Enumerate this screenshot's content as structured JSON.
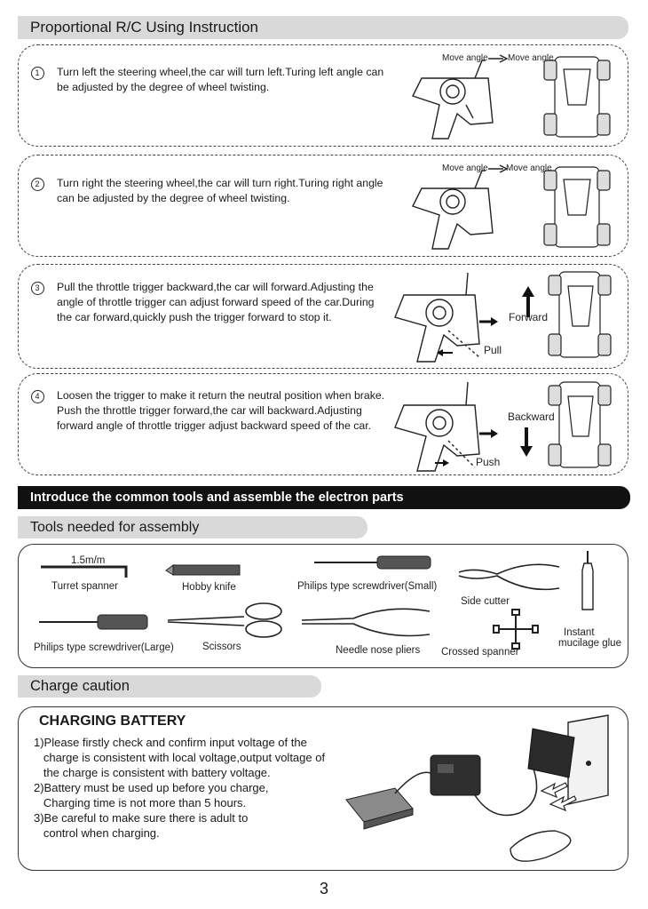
{
  "headers": {
    "instruction": "Proportional R/C Using Instruction",
    "introduce": "Introduce the common tools and assemble the electron parts",
    "tools": "Tools needed for assembly",
    "charge": "Charge caution"
  },
  "steps": [
    {
      "num": "1",
      "lines": [
        "Turn left the steering wheel,the car will turn left.Turing left angle can",
        "be adjusted by the degree of wheel twisting."
      ],
      "labels": [
        "Move angle",
        "Move angle"
      ]
    },
    {
      "num": "2",
      "lines": [
        "Turn right the steering wheel,the car will turn right.Turing right angle",
        "can be adjusted by the degree of wheel twisting."
      ],
      "labels": [
        "Move angle",
        "Move angle"
      ]
    },
    {
      "num": "3",
      "lines": [
        "Pull the throttle trigger backward,the car will forward.Adjusting the",
        "angle of throttle trigger can adjust forward speed of the car.During",
        "the car forward,quickly push the trigger forward to stop it."
      ],
      "labels": [
        "Forward",
        "Pull"
      ]
    },
    {
      "num": "4",
      "lines": [
        "Loosen the trigger to make it return the neutral position when brake.",
        "Push the throttle trigger forward,the car will backward.Adjusting",
        "forward angle of throttle trigger adjust backward speed of the car."
      ],
      "labels": [
        "Backward",
        "Push"
      ]
    }
  ],
  "tools": {
    "spanner_size": "1.5m/m",
    "turret_spanner": "Turret spanner",
    "hobby_knife": "Hobby knife",
    "philips_small": "Philips type screwdriver(Small)",
    "side_cutter": "Side cutter",
    "glue_line1": "Instant",
    "glue_line2": "mucilage glue",
    "philips_large": "Philips type screwdriver(Large)",
    "scissors": "Scissors",
    "needle_pliers": "Needle nose pliers",
    "crossed_spanner": "Crossed spanner"
  },
  "charging": {
    "title": "CHARGING BATTERY",
    "lines": [
      "1)Please firstly check and confirm input voltage of the",
      "   charge is consistent with local voltage,output voltage of",
      "   the charge is consistent with battery voltage.",
      "2)Battery must be used up before you charge,",
      "   Charging time is not more than 5 hours.",
      "3)Be careful to make sure there is adult to",
      "   control when charging."
    ]
  },
  "page_number": "3"
}
